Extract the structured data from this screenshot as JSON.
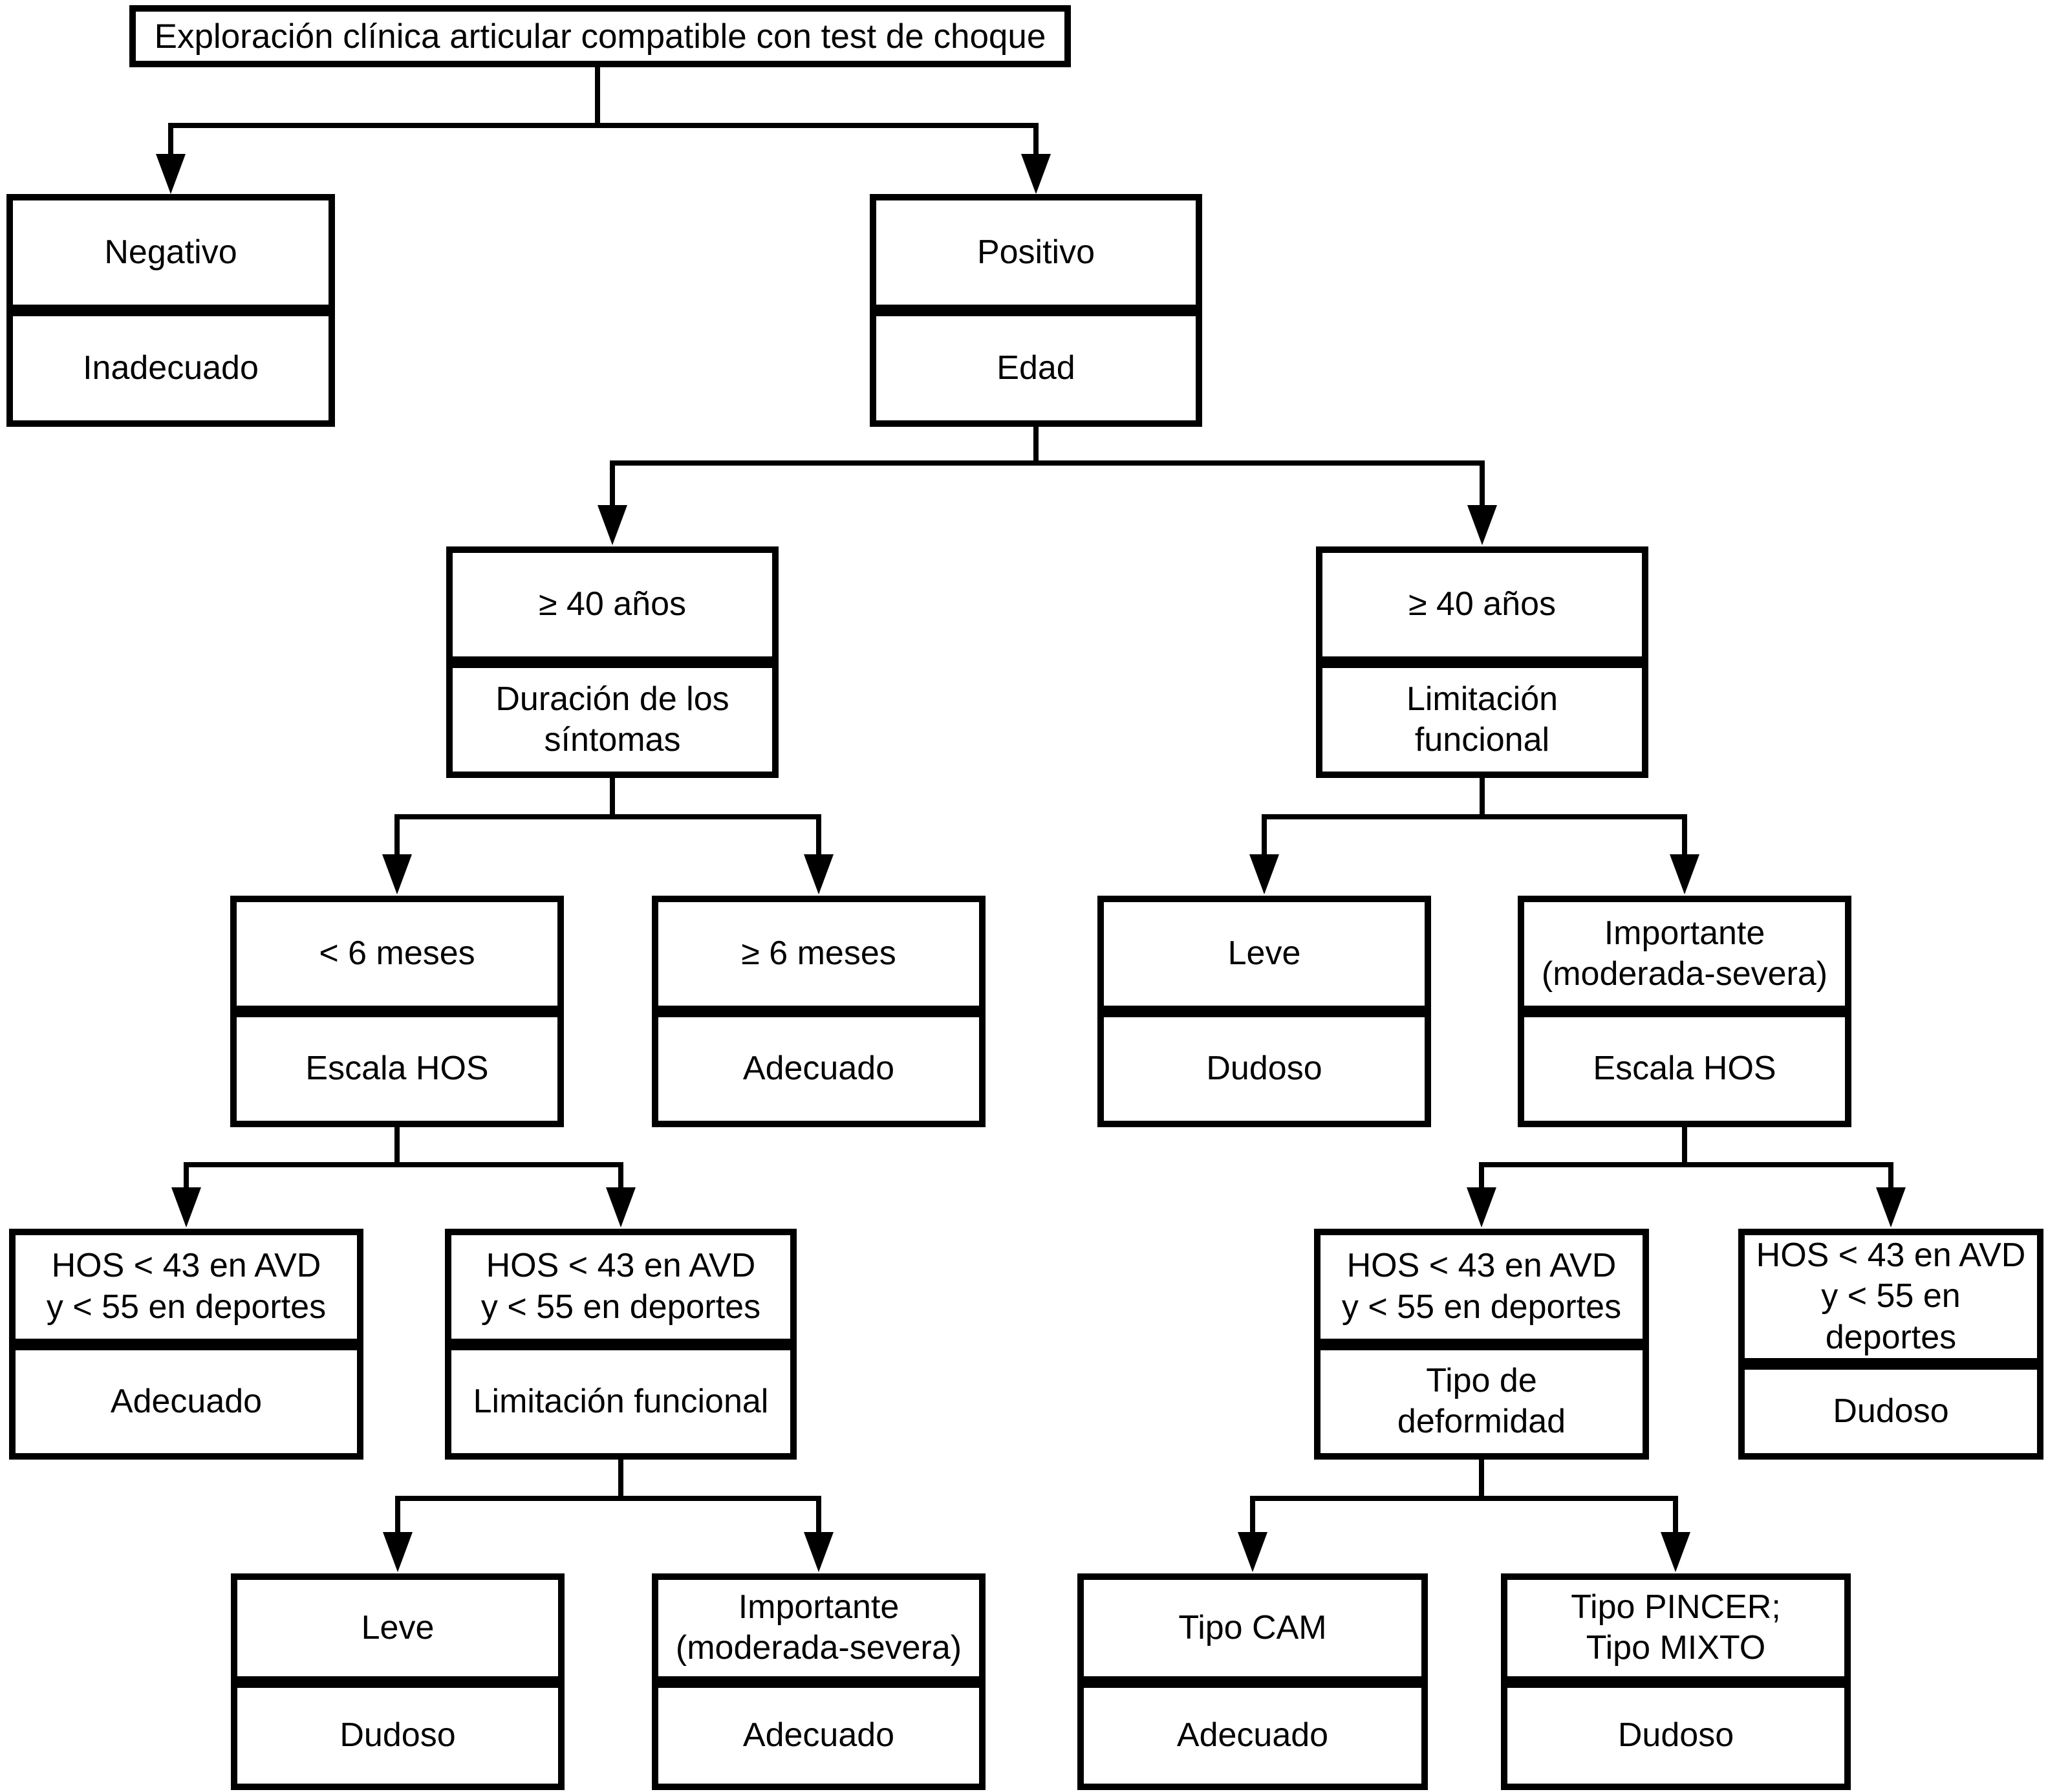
{
  "figure_title": "Exploración clínica articular compatible con test de choque",
  "nodes": {
    "negativo": {
      "condition": "Negativo",
      "result": "Inadecuado"
    },
    "positivo": {
      "condition": "Positivo",
      "result": "Edad"
    },
    "edad_duracion": {
      "condition": "≥ 40 años",
      "result": "Duración de los\nsíntomas"
    },
    "edad_limitacion": {
      "condition": "≥ 40 años",
      "result": "Limitación\nfuncional"
    },
    "menos_6_meses": {
      "condition": "< 6 meses",
      "result": "Escala HOS"
    },
    "mas_6_meses": {
      "condition": "≥ 6 meses",
      "result": "Adecuado"
    },
    "leve_limitacion": {
      "condition": "Leve",
      "result": "Dudoso"
    },
    "importante_limitacion": {
      "condition": "Importante\n(moderada-severa)",
      "result": "Escala HOS"
    },
    "hos_adecuado": {
      "condition": "HOS < 43 en AVD\ny < 55 en deportes",
      "result": "Adecuado"
    },
    "hos_limitacion": {
      "condition": "HOS < 43 en AVD\ny < 55 en deportes",
      "result": "Limitación funcional"
    },
    "hos_deformidad": {
      "condition": "HOS < 43 en AVD\ny < 55 en deportes",
      "result": "Tipo de\ndeformidad"
    },
    "hos_dudoso": {
      "condition": "HOS < 43 en AVD\ny < 55 en deportes",
      "result": "Dudoso"
    },
    "leve_final": {
      "condition": "Leve",
      "result": "Dudoso"
    },
    "importante_final": {
      "condition": "Importante\n(moderada-severa)",
      "result": "Adecuado"
    },
    "tipo_cam": {
      "condition": "Tipo CAM",
      "result": "Adecuado"
    },
    "tipo_pincer": {
      "condition": "Tipo PINCER;\nTipo MIXTO",
      "result": "Dudoso"
    }
  },
  "colors": {
    "line": "#000000",
    "background": "#ffffff"
  }
}
